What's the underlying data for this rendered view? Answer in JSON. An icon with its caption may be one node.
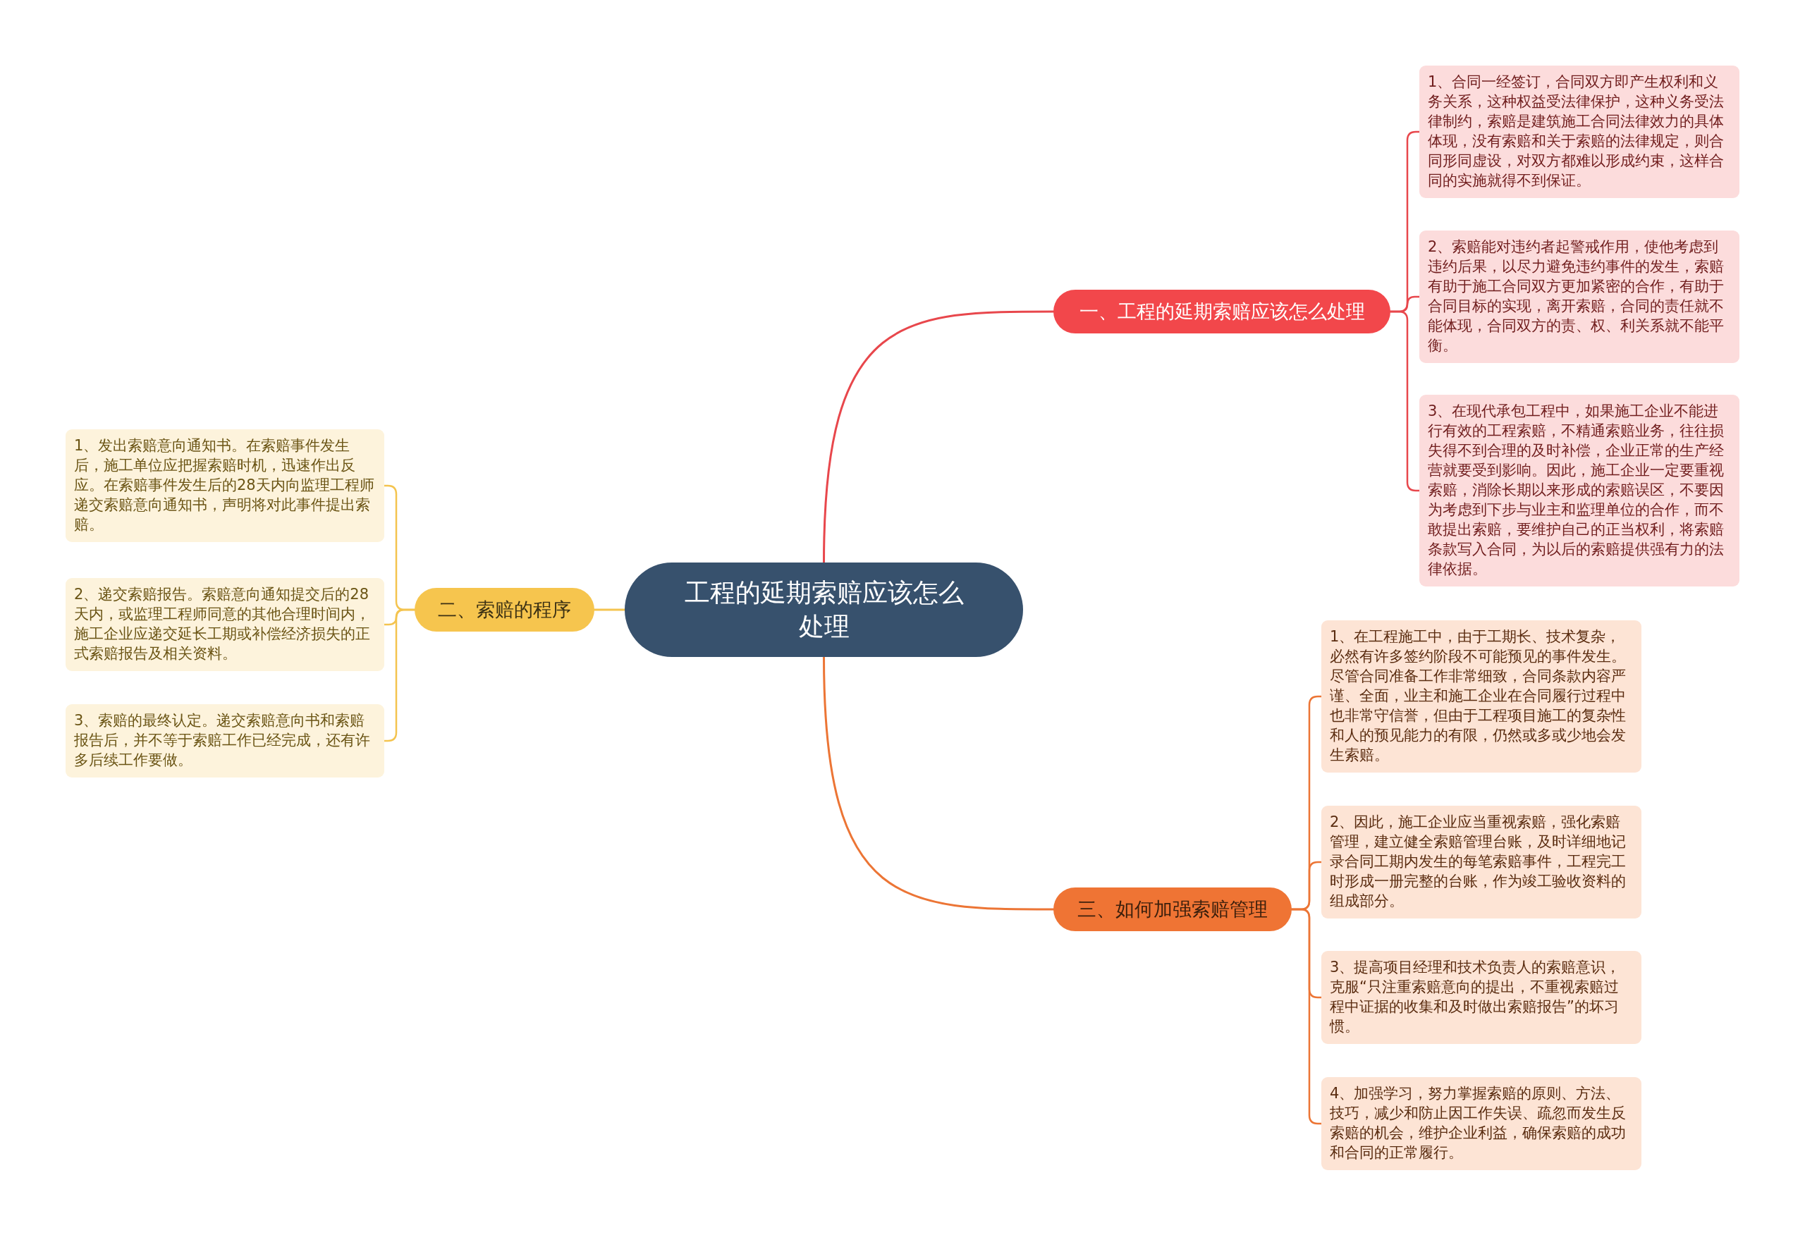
{
  "diagram": {
    "nodes": [
      {
        "text": [
          "工程的延期索赔应该怎么处理"
        ]
      },
      {
        "text": [
          "一、工程的延期索赔应该怎么处理"
        ]
      },
      {
        "text": [
          "1、合同一经签订，合同双方即产生权利和义务关系，这种权益受法律保护，这种义务受法律制约，索赔是建筑施工合同法律效力的具体体现，没有索赔和关于索赔的法律规定，则合同形同虚设，对双方都难以形成约束，这样合同的实施就得不到保证。"
        ]
      },
      {
        "text": [
          "2、索赔能对违约者起警戒作用，使他考虑到违约后果，以尽力避免违约事件的发生，索赔有助于施工合同双方更加紧密的合作，有助于合同目标的实现，离开索赔，合同的责任就不能体现，合同双方的责、权、利关系就不能平衡。"
        ]
      },
      {
        "text": [
          "3、在现代承包工程中，如果施工企业不能进行有效的工程索赔，不精通索赔业务，往往损失得不到合理的及时补偿，企业正常的生产经营就要受到影响。因此，施工企业一定要重视索赔，消除长期以来形成的索赔误区，不要因为考虑到下步与业主和监理单位的合作，而不敢提出索赔，要维护自己的正当权利，将索赔条款写入合同，为以后的索赔提供强有力的法律依据。"
        ]
      },
      {
        "text": [
          "二、索赔的程序"
        ]
      },
      {
        "text": [
          "1、发出索赔意向通知书。在索赔事件发生后，施工单位应把握索赔时机，迅速作出反应。在索赔事件发生后的28天内向监理工程师递交索赔意向通知书，声明将对此事件提出索赔。"
        ]
      },
      {
        "text": [
          "2、递交索赔报告。索赔意向通知提交后的28天内，或监理工程师同意的其他合理时间内，施工企业应递交延长工期或补偿经济损失的正式索赔报告及相关资料。"
        ]
      },
      {
        "text": [
          "3、索赔的最终认定。递交索赔意向书和索赔报告后，并不等于索赔工作已经完成，还有许多后续工作要做。"
        ]
      },
      {
        "text": [
          "三、如何加强索赔管理"
        ]
      },
      {
        "text": [
          "1、在工程施工中，由于工期长、技术复杂，必然有许多签约阶段不可能预见的事件发生。尽管合同准备工作非常细致，合同条款内容严谨、全面，业主和施工企业在合同履行过程中也非常守信誉，但由于工程项目施工的复杂性和人的预见能力的有限，仍然或多或少地会发生索赔。"
        ]
      },
      {
        "text": [
          "2、因此，施工企业应当重视索赔，强化索赔管理，建立健全索赔管理台账，及时详细地记录合同工期内发生的每笔索赔事件，工程完工时形成一册完整的台账，作为竣工验收资料的组成部分。"
        ]
      },
      {
        "text": [
          "3、提高项目经理和技术负责人的索赔意识，克服“只注重索赔意向的提出，不重视索赔过程中证据的收集和及时做出索赔报告”的坏习惯。"
        ]
      },
      {
        "text": [
          "4、加强学习，努力掌握索赔的原则、方法、技巧，减少和防止因工作失误、疏忽而发生反索赔的机会，维护企业利益，确保索赔的成功和合同的正常履行。"
        ]
      }
    ],
    "edges": [
      {
        "from": 0,
        "to": 1,
        "arrow": "none",
        "color": "#e8474c"
      },
      {
        "from": 1,
        "to": 2,
        "arrow": "none",
        "color": "#e8474c"
      },
      {
        "from": 1,
        "to": 3,
        "arrow": "none",
        "color": "#e8474c"
      },
      {
        "from": 1,
        "to": 4,
        "arrow": "none",
        "color": "#e8474c"
      },
      {
        "from": 0,
        "to": 5,
        "arrow": "none",
        "color": "#f4c44f"
      },
      {
        "from": 5,
        "to": 6,
        "arrow": "none",
        "color": "#f4c44f"
      },
      {
        "from": 5,
        "to": 7,
        "arrow": "none",
        "color": "#f4c44f"
      },
      {
        "from": 5,
        "to": 8,
        "arrow": "none",
        "color": "#f4c44f"
      },
      {
        "from": 0,
        "to": 9,
        "arrow": "none",
        "color": "#ec7535"
      },
      {
        "from": 9,
        "to": 10,
        "arrow": "none",
        "color": "#ec7535"
      },
      {
        "from": 9,
        "to": 11,
        "arrow": "none",
        "color": "#ec7535"
      },
      {
        "from": 9,
        "to": 12,
        "arrow": "none",
        "color": "#ec7535"
      },
      {
        "from": 9,
        "to": 13,
        "arrow": "none",
        "color": "#ec7535"
      }
    ]
  }
}
